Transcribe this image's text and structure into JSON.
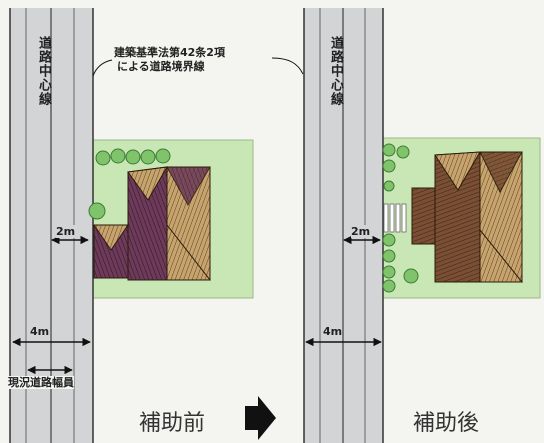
{
  "labels": {
    "center_line_left": "道路中心線",
    "center_line_right": "道路中心線",
    "boundary_line_1": "建築基準法第42条2項",
    "boundary_line_2": "による道路境界線",
    "setback_left": "2m",
    "setback_right": "2m",
    "width_left": "4m",
    "width_right": "4m",
    "current_road_width": "現況道路幅員"
  },
  "captions": {
    "before": "補助前",
    "after": "補助後"
  },
  "icons": {
    "transition": "arrow-right-icon"
  },
  "colors": {
    "background": "#f4f4f0",
    "road": "#d2d4d6",
    "lot": "#c9e6b5",
    "roof_tan": "#c7a46e",
    "roof_purple": "#6d3a5a",
    "roof_brown": "#7a4f33",
    "tree": "#7fc46a"
  }
}
